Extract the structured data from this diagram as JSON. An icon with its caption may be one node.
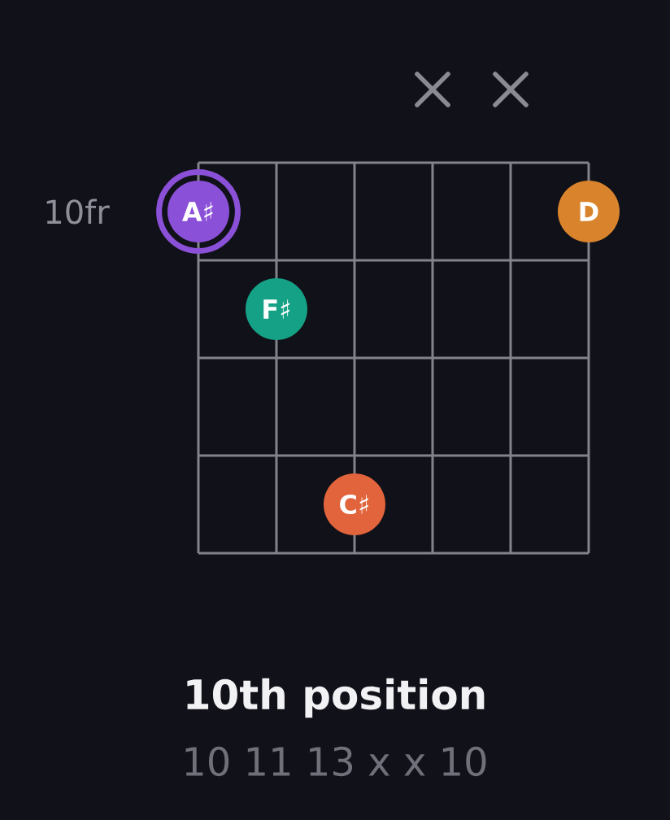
{
  "diagram": {
    "title": "10th position",
    "caption": "10 11 13 x x 10",
    "nodes": [
      {
        "text": [
          "A♯"
        ]
      },
      {
        "text": [
          "D"
        ]
      },
      {
        "text": [
          "F♯"
        ]
      },
      {
        "text": [
          "C♯"
        ]
      }
    ],
    "labels": [
      "10fr"
    ]
  }
}
